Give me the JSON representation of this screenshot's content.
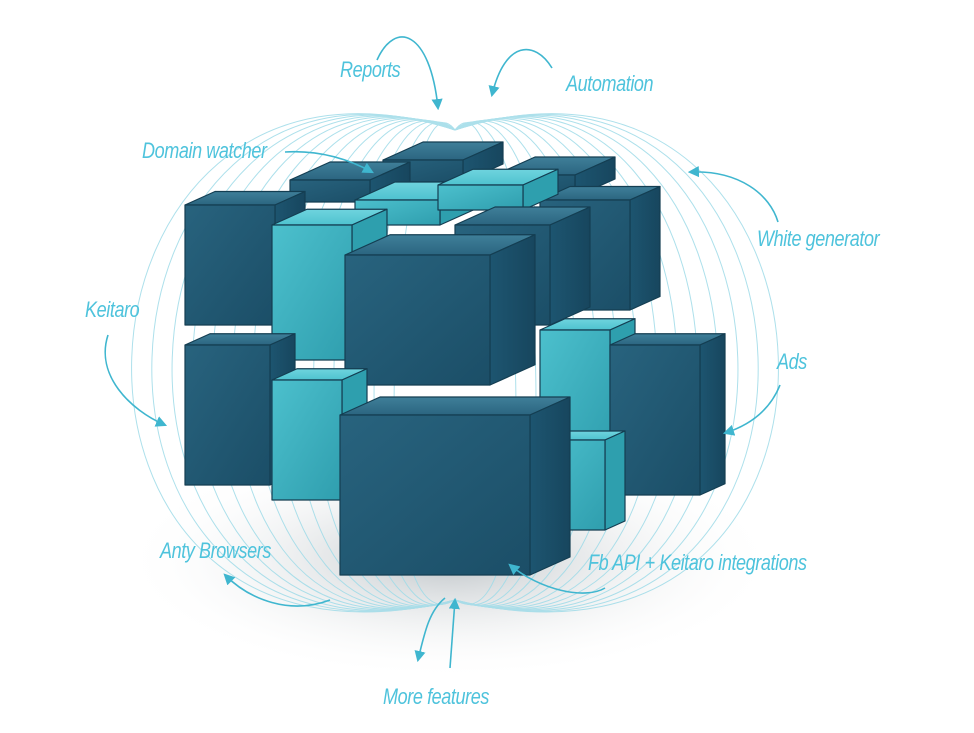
{
  "features": [
    {
      "id": "reports",
      "label": "Reports"
    },
    {
      "id": "automation",
      "label": "Automation"
    },
    {
      "id": "domain-watcher",
      "label": "Domain watcher"
    },
    {
      "id": "white-generator",
      "label": "White generator"
    },
    {
      "id": "keitaro",
      "label": "Keitaro"
    },
    {
      "id": "ads",
      "label": "Ads"
    },
    {
      "id": "anty-browsers",
      "label": "Anty Browsers"
    },
    {
      "id": "fb-api-keitaro-integrations",
      "label": "Fb API + Keitaro integrations"
    },
    {
      "id": "more-features",
      "label": "More features"
    }
  ],
  "colors": {
    "label_text": "#4ec3dc",
    "field_lines": "#9fdbe8",
    "arrows": "#3fb6cf",
    "cube_dark": "#1f5b73",
    "cube_light": "#44b9c7"
  },
  "cube": {
    "icon": "rubiks-cube-icon"
  }
}
